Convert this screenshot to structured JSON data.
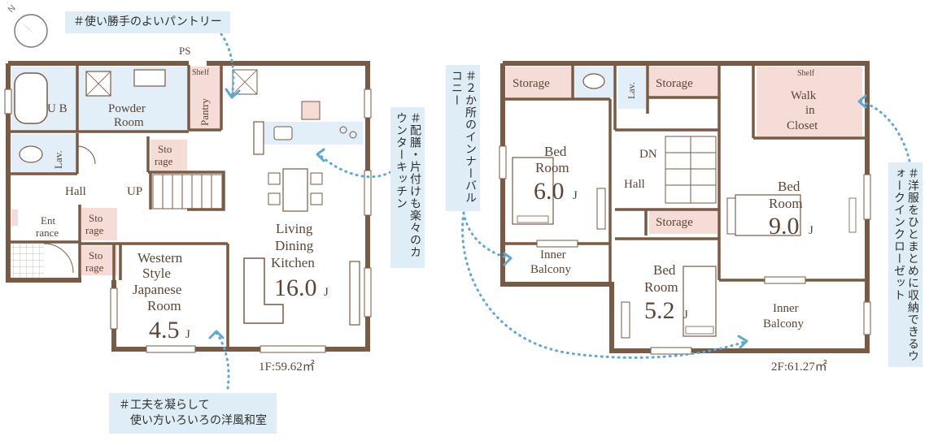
{
  "floor1": {
    "area_label": "1F:59.62㎡",
    "ps_label": "PS",
    "rooms": {
      "ub": "U B",
      "powder1": "Powder",
      "powder2": "Room",
      "pantry": "Pantry",
      "shelf": "Shelf",
      "lav": "Lav.",
      "storage_a1": "Sto",
      "storage_a2": "rage",
      "hall": "Hall",
      "up": "UP",
      "entrance1": "Ent",
      "entrance2": "rance",
      "storage_b1": "Sto",
      "storage_b2": "rage",
      "storage_c1": "Sto",
      "storage_c2": "rage",
      "western1": "Western",
      "western2": "Style",
      "western3": "Japanese",
      "western4": "Room",
      "western_size": "4.5",
      "ldk1": "Living",
      "ldk2": "Dining",
      "ldk3": "Kitchen",
      "ldk_size": "16.0",
      "jo": "J"
    }
  },
  "floor2": {
    "area_label": "2F:61.27㎡",
    "rooms": {
      "storage1": "Storage",
      "storage2": "Storage",
      "storage3": "Storage",
      "lav": "Lav.",
      "shelf": "Shelf",
      "wic1": "Walk",
      "wic2": "in",
      "wic3": "Closet",
      "bed1a": "Bed",
      "bed1b": "Room",
      "bed1_size": "6.0",
      "dn": "DN",
      "hall": "Hall",
      "bed2a": "Bed",
      "bed2b": "Room",
      "bed2_size": "9.0",
      "inner1a": "Inner",
      "inner1b": "Balcony",
      "bed3a": "Bed",
      "bed3b": "Room",
      "bed3_size": "5.2",
      "inner2a": "Inner",
      "inner2b": "Balcony",
      "jo": "J"
    }
  },
  "notes": {
    "pantry": "＃使い勝手のよいパントリー",
    "counter": "＃配膳・片付けも楽々のカウンターキッチン",
    "balcony": "＃２か所のインナーバルコニー",
    "closet": "＃洋服をひとまとめに収納できるウォークインクローゼット",
    "japanese_line1": "＃工夫を凝らして",
    "japanese_line2": "使い方いろいろの洋風和室"
  },
  "compass_label": "N",
  "colors": {
    "wall": "#7a5a42",
    "pink": "#f6dcd6",
    "blue": "#e2eef8",
    "note_bg": "#dfeef6",
    "dots": "#5aa9d8"
  }
}
